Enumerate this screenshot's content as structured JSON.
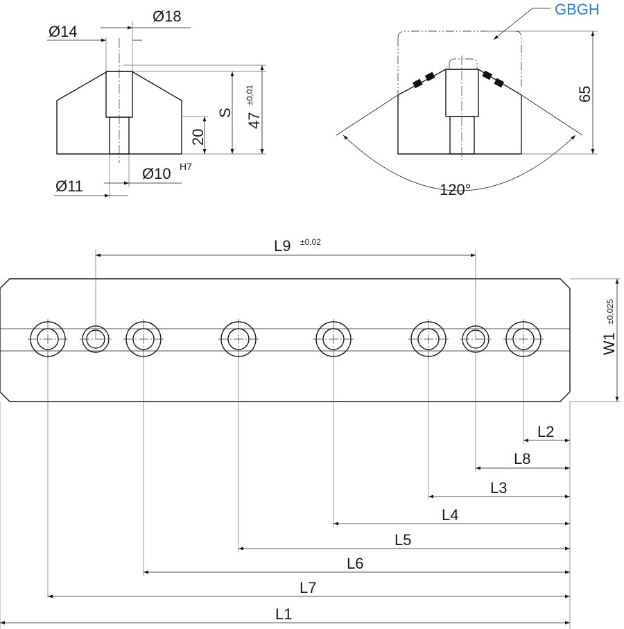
{
  "accent_color": "#2f7fe0",
  "side_view": {
    "d14": "Ø14",
    "d18": "Ø18",
    "d11": "Ø11",
    "d10": "Ø10",
    "d10_fit": "H7",
    "h20": "20",
    "s": "S",
    "h47": "47",
    "h47_tol": "±0,01"
  },
  "end_view": {
    "gbgh": "GBGH",
    "h65": "65",
    "angle": "120°"
  },
  "plan_view": {
    "l9": "L9",
    "l9_tol": "±0,02",
    "w1": "W1",
    "w1_tol": "±0,025",
    "l1": "L1",
    "l2": "L2",
    "l3": "L3",
    "l4": "L4",
    "l5": "L5",
    "l6": "L6",
    "l7": "L7",
    "l8": "L8"
  }
}
